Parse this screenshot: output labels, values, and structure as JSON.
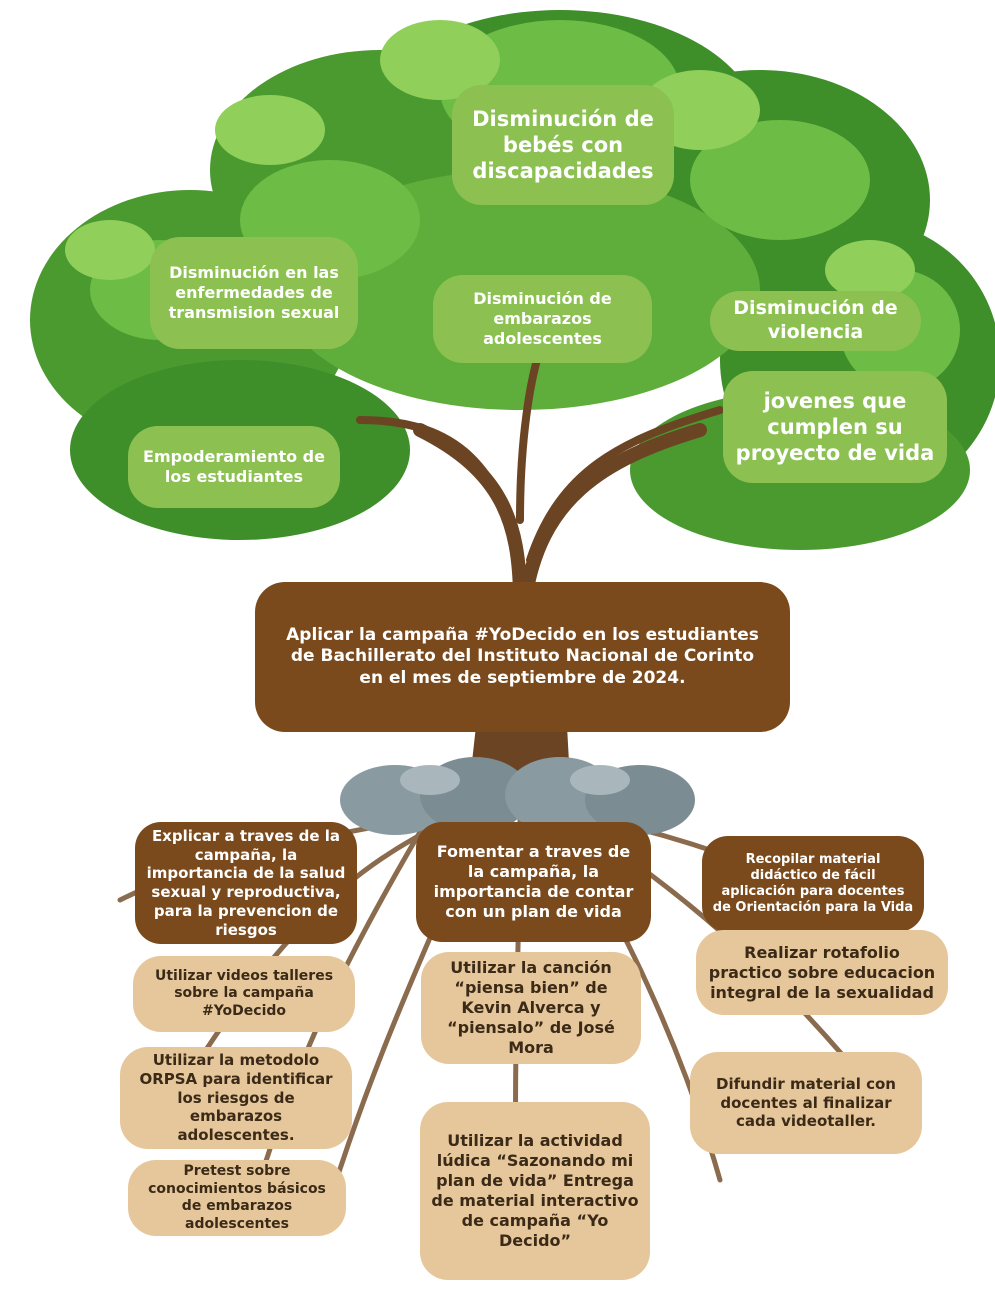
{
  "colors": {
    "leaf_dark": "#3e8e2a",
    "leaf_mid": "#5fae3b",
    "leaf_light": "#8fcf5a",
    "box_green": "#8cc152",
    "trunk": "#6b4423",
    "box_brown": "#7a4a1c",
    "box_beige": "#e6c79b",
    "rock": "#8a9aa1",
    "root": "#8a6b4e"
  },
  "leaves": {
    "bebes": "Disminución de bebés con discapacidades",
    "ets": "Disminución en las enfermedades de transmision sexual",
    "embarazos": "Disminución de embarazos adolescentes",
    "violencia": "Disminución de violencia",
    "proyecto": "jovenes que cumplen su proyecto de vida",
    "empoderamiento": "Empoderamiento de los estudiantes"
  },
  "trunk": {
    "objective": "Aplicar la campaña #YoDecido en los estudiantes de Bachillerato del Instituto Nacional de Corinto en el mes de septiembre de 2024."
  },
  "roots": {
    "objectives": [
      "Explicar a traves de la campaña, la importancia de la salud sexual y reproductiva, para la prevencion de riesgos",
      "Fomentar a traves de la campaña, la importancia de contar con un plan de vida",
      "Recopilar material didáctico de fácil aplicación para docentes de Orientación para la Vida"
    ],
    "activities_left": [
      "Utilizar videos talleres sobre la campaña #YoDecido",
      "Utilizar la metodolo ORPSA para identificar los riesgos de embarazos adolescentes.",
      "Pretest sobre conocimientos básicos de embarazos adolescentes"
    ],
    "activities_center": [
      "Utilizar la canción “piensa bien” de Kevin Alverca y “piensalo” de José Mora",
      "Utilizar la actividad lúdica “Sazonando mi plan de vida” Entrega de material interactivo de campaña “Yo Decido”"
    ],
    "activities_right": [
      "Realizar rotafolio practico sobre educacion integral de la sexualidad",
      "Difundir material con docentes al finalizar cada videotaller."
    ]
  }
}
